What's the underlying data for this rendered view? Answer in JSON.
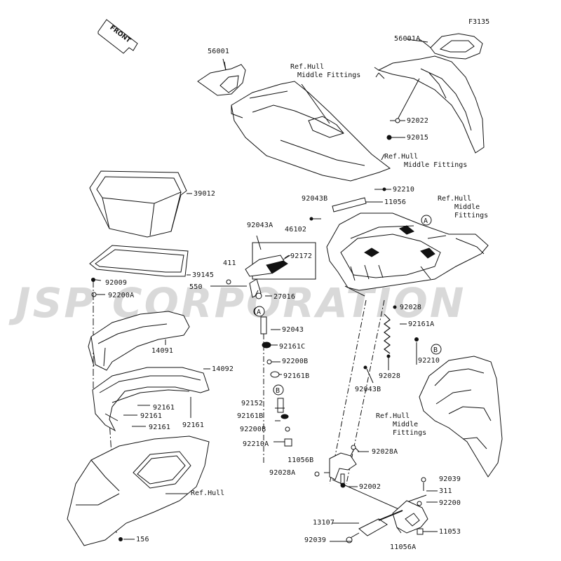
{
  "watermark": "JSP CORPORATION",
  "diagram_code": "F3135",
  "front_label": "FRONT",
  "markers": [
    "A",
    "B"
  ],
  "refs": {
    "hull_middle_fittings_1": [
      "Ref.Hull",
      "Middle Fittings"
    ],
    "hull_middle_fittings_2": [
      "Ref.Hull",
      "Middle Fittings"
    ],
    "hull_middle_fittings_3": [
      "Ref.Hull",
      "Middle",
      "Fittings"
    ],
    "hull_middle_fittings_4": [
      "Ref.Hull",
      "Middle",
      "Fittings"
    ],
    "hull": "Ref.Hull"
  },
  "parts": {
    "p56001": "56001",
    "p56001A": "56001A",
    "p92022": "92022",
    "p92015": "92015",
    "p39012": "39012",
    "p92043B_top": "92043B",
    "p92210_top": "92210",
    "p11056": "11056",
    "p92043A": "92043A",
    "p46102": "46102",
    "p92172": "92172",
    "p411": "411",
    "p550": "550",
    "p27016": "27016",
    "p39145": "39145",
    "p92009": "92009",
    "p92200A": "92200A",
    "p92028_top": "92028",
    "p92161A": "92161A",
    "p92043": "92043",
    "p92161C": "92161C",
    "p14091": "14091",
    "p92200B_1": "92200B",
    "p92161B_1": "92161B",
    "p14092": "14092",
    "p92210_mid": "92210",
    "p92028_mid": "92028",
    "p92043B_mid": "92043B",
    "p92152": "92152",
    "p92161B_2": "92161B",
    "p92200B_2": "92200B",
    "p92210A": "92210A",
    "p92161_a": "92161",
    "p92161_b": "92161",
    "p92161_c": "92161",
    "p92161_d": "92161",
    "p92028A_1": "92028A",
    "p11056B": "11056B",
    "p92028A_2": "92028A",
    "p92002": "92002",
    "p92039_1": "92039",
    "p311": "311",
    "p92200": "92200",
    "p13107": "13107",
    "p11053": "11053",
    "p92039_2": "92039",
    "p11056A": "11056A",
    "p156": "156"
  }
}
